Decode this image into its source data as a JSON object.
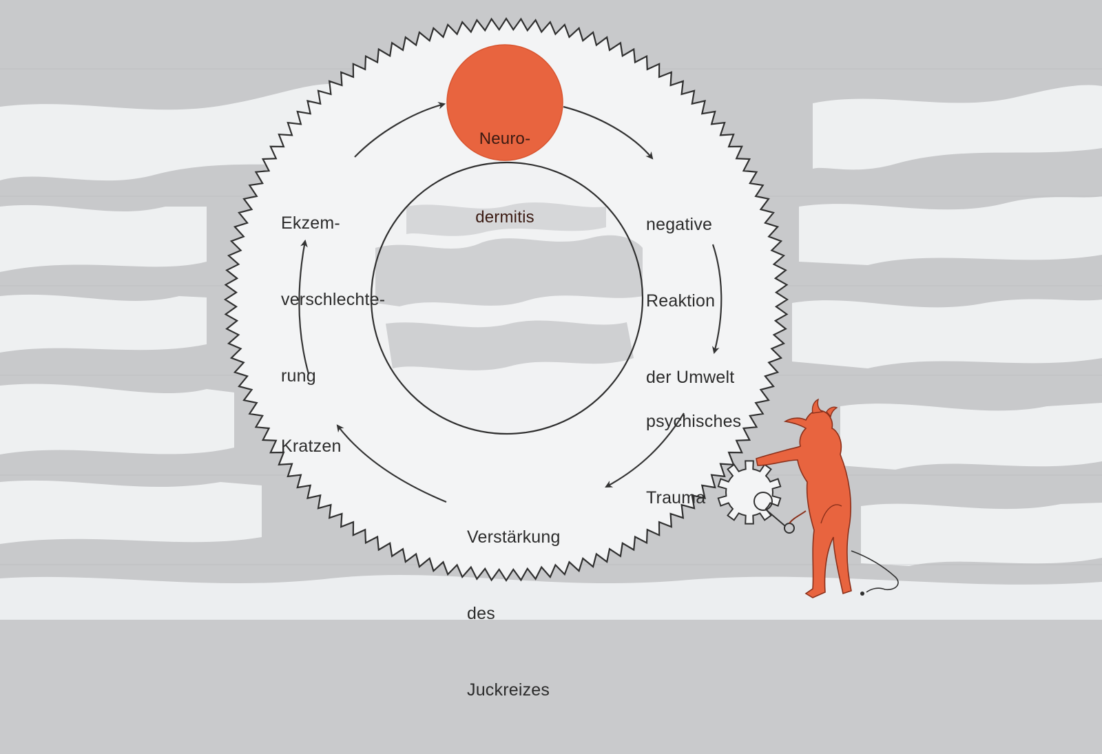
{
  "diagram": {
    "center_node": {
      "lines": [
        "Neuro-",
        "dermitis"
      ]
    },
    "cycle_nodes": [
      {
        "id": "negative-reaction",
        "lines": [
          "negative",
          "Reaktion",
          "der Umwelt"
        ]
      },
      {
        "id": "psychic-trauma",
        "lines": [
          "psychisches",
          "Trauma"
        ]
      },
      {
        "id": "itch-increase",
        "lines": [
          "Verstärkung",
          "des",
          "Juckreizes"
        ]
      },
      {
        "id": "scratching",
        "lines": [
          "Kratzen"
        ]
      },
      {
        "id": "eczema-worsening",
        "lines": [
          "Ekzem-",
          "verschlechte-",
          "rung"
        ]
      }
    ]
  },
  "colors": {
    "accent": "#e8643f",
    "gear_outline": "#2f2f2f",
    "cloud_light": "#f2f3f4",
    "cloud_dark": "#c6c7c9"
  },
  "icons": [
    "gear-wheel-icon",
    "small-gear-icon",
    "devil-figure-icon"
  ]
}
